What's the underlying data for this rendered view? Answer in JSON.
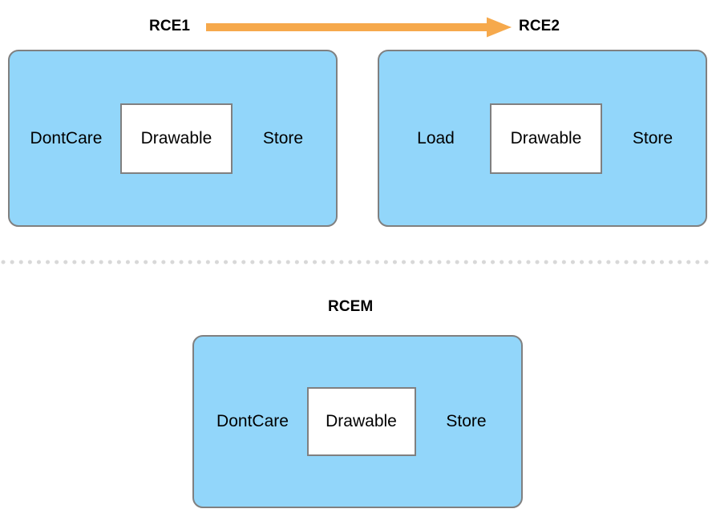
{
  "diagram": {
    "title_rce1": "RCE1",
    "title_rce2": "RCE2",
    "title_rcem": "RCEM",
    "drawable_label": "Drawable",
    "colors": {
      "container_fill": "#92D6FA",
      "container_border": "#808080",
      "node_fill": "#FFFFFF",
      "node_border": "#808080",
      "arrow": "#F6A94C",
      "divider_dot": "#D8D8D8",
      "text": "#000000",
      "background": "#FFFFFF"
    },
    "arrow": {
      "icon": "arrow-right-icon",
      "direction": "right",
      "from": "RCE1",
      "to": "RCE2"
    },
    "divider": {
      "icon": "dotted-divider-icon",
      "style": "dotted",
      "dot_count": 56
    },
    "groups": [
      {
        "id": "rce1",
        "title": "RCE1",
        "left_label": "DontCare",
        "node_label": "Drawable",
        "right_label": "Store"
      },
      {
        "id": "rce2",
        "title": "RCE2",
        "left_label": "Load",
        "node_label": "Drawable",
        "right_label": "Store"
      },
      {
        "id": "rcem",
        "title": "RCEM",
        "left_label": "DontCare",
        "node_label": "Drawable",
        "right_label": "Store"
      }
    ]
  }
}
